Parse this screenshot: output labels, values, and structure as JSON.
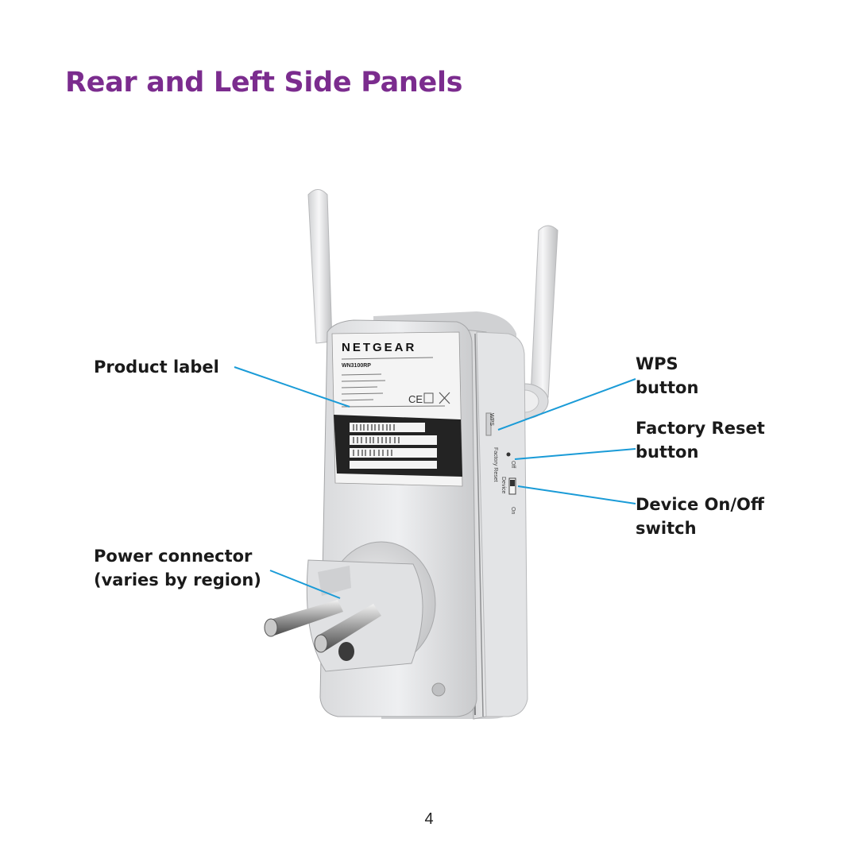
{
  "page": {
    "title": "Rear and Left Side Panels",
    "page_number": "4"
  },
  "callouts": {
    "product_label": {
      "line1": "Product label"
    },
    "power_connector": {
      "line1": "Power connector",
      "line2": "(varies by region)"
    },
    "wps_button": {
      "line1": "WPS",
      "line2": "button"
    },
    "factory_reset": {
      "line1": "Factory Reset",
      "line2": "button"
    },
    "device_switch": {
      "line1": "Device On/Off",
      "line2": "switch"
    }
  },
  "device": {
    "brand": "NETGEAR",
    "model": "WN3100RP",
    "side_labels": {
      "wps": "WPS",
      "factory_reset": "Factory Reset",
      "device": "Device",
      "off": "Off",
      "on": "On"
    }
  },
  "colors": {
    "title": "#7b2c8e",
    "leader_line": "#1a9bd7"
  }
}
